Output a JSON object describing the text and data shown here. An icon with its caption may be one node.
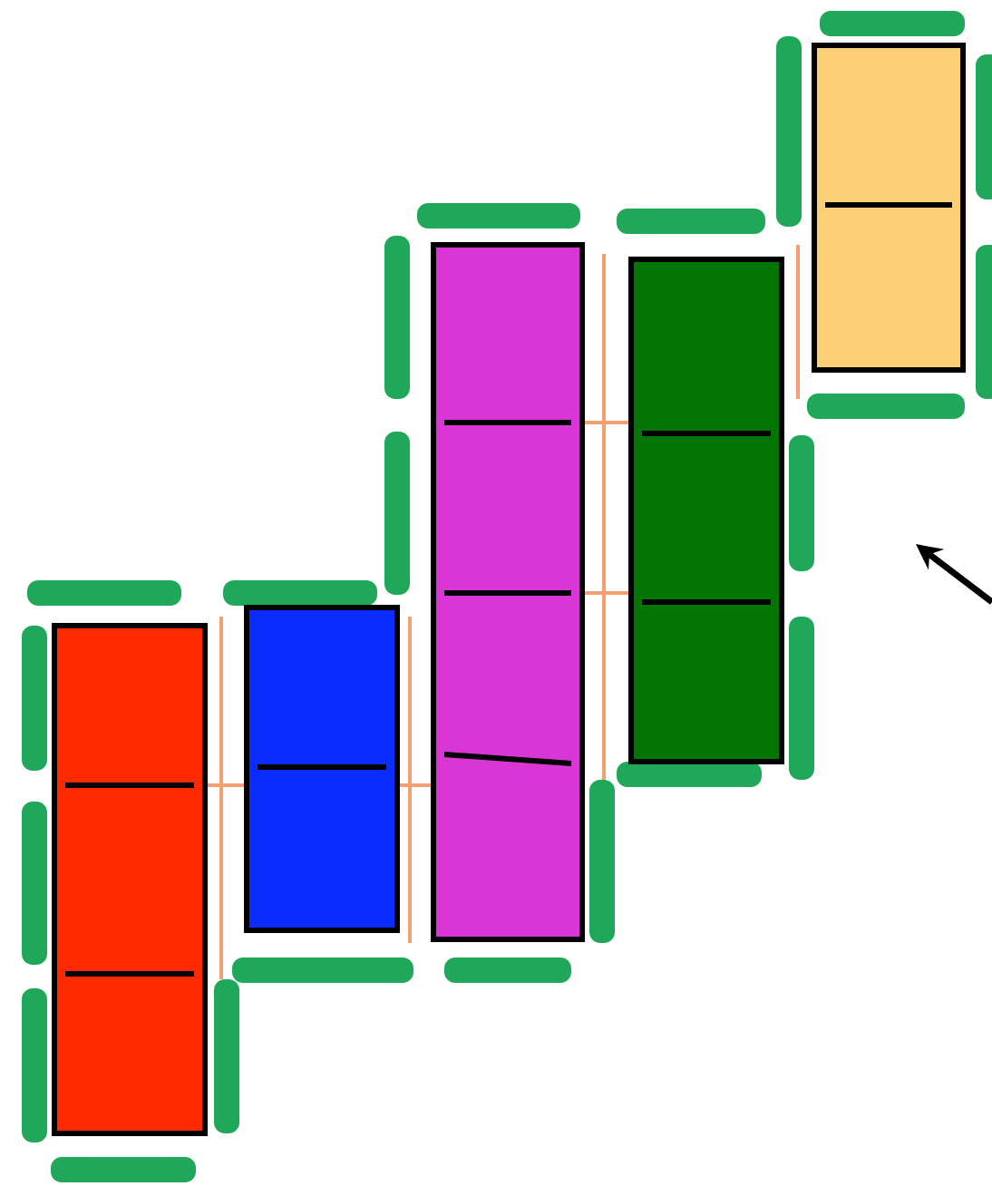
{
  "diagram": {
    "nodes": [
      {
        "text": [],
        "shape": "bar"
      },
      {
        "text": [],
        "shape": "bar"
      },
      {
        "text": [],
        "shape": "bar"
      },
      {
        "text": [],
        "shape": "bar"
      },
      {
        "text": [],
        "shape": "bar"
      }
    ]
  }
}
